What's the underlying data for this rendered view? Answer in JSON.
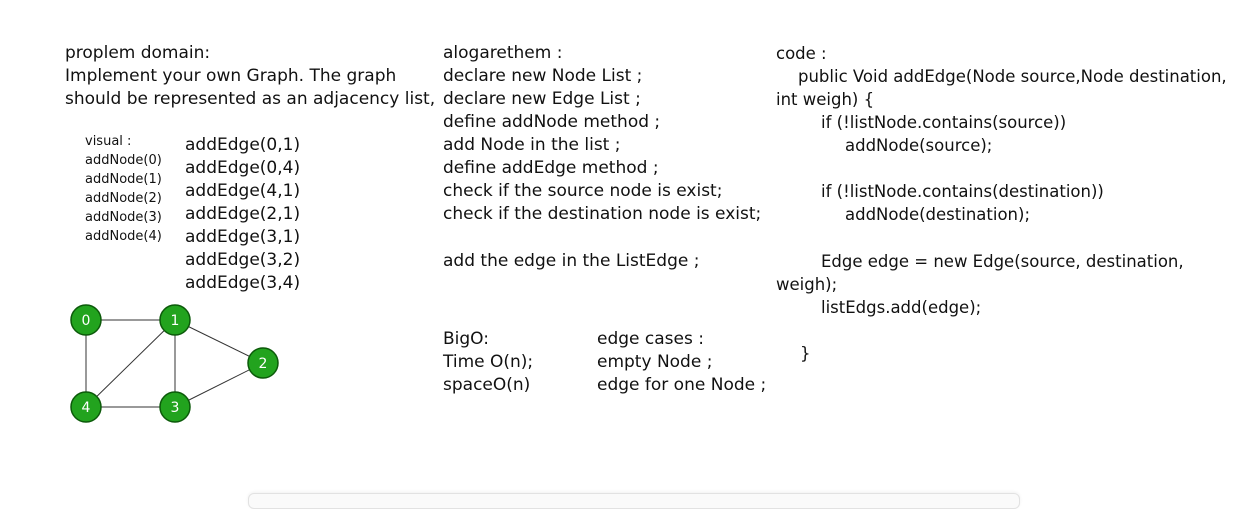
{
  "problem": {
    "heading": "proplem domain:",
    "line1": "Implement your own Graph. The graph",
    "line2": "should be represented as an adjacency list,"
  },
  "visual": {
    "label": "visual :",
    "add_nodes": [
      "addNode(0)",
      "addNode(1)",
      "addNode(2)",
      "addNode(3)",
      "addNode(4)"
    ],
    "add_edges": [
      "addEdge(0,1)",
      "addEdge(0,4)",
      "addEdge(4,1)",
      "addEdge(2,1)",
      "addEdge(3,1)",
      "addEdge(3,2)",
      "addEdge(3,4)"
    ]
  },
  "graph": {
    "node_color": "#22a31e",
    "node_stroke": "#0c5a0a",
    "nodes": [
      {
        "id": "0"
      },
      {
        "id": "1"
      },
      {
        "id": "2"
      },
      {
        "id": "3"
      },
      {
        "id": "4"
      }
    ],
    "edges": [
      [
        "0",
        "1"
      ],
      [
        "0",
        "4"
      ],
      [
        "4",
        "1"
      ],
      [
        "2",
        "1"
      ],
      [
        "3",
        "1"
      ],
      [
        "3",
        "2"
      ],
      [
        "3",
        "4"
      ]
    ]
  },
  "algorithm": {
    "heading": "alogarethem :",
    "steps": [
      "declare new Node List ;",
      "declare new Edge List ;",
      "define addNode method ;",
      "add Node in the list ;",
      "define addEdge method ;",
      "check if the source node is exist;",
      "check if the destination node is exist;"
    ],
    "final_step": "add the edge in the ListEdge ;"
  },
  "bigo": {
    "heading": "BigO:",
    "time": "Time O(n);",
    "space": "spaceO(n)"
  },
  "edge_cases": {
    "heading": "edge cases :",
    "items": [
      "empty Node ;",
      "edge for one Node ;"
    ]
  },
  "code": {
    "heading": "code :",
    "lines": [
      "public Void addEdge(Node source,Node destination,",
      "int weigh) {",
      "if (!listNode.contains(source))",
      "addNode(source);",
      "if (!listNode.contains(destination))",
      "addNode(destination);",
      "Edge edge = new Edge(source, destination,",
      "weigh);",
      "listEdgs.add(edge);",
      "}"
    ]
  }
}
